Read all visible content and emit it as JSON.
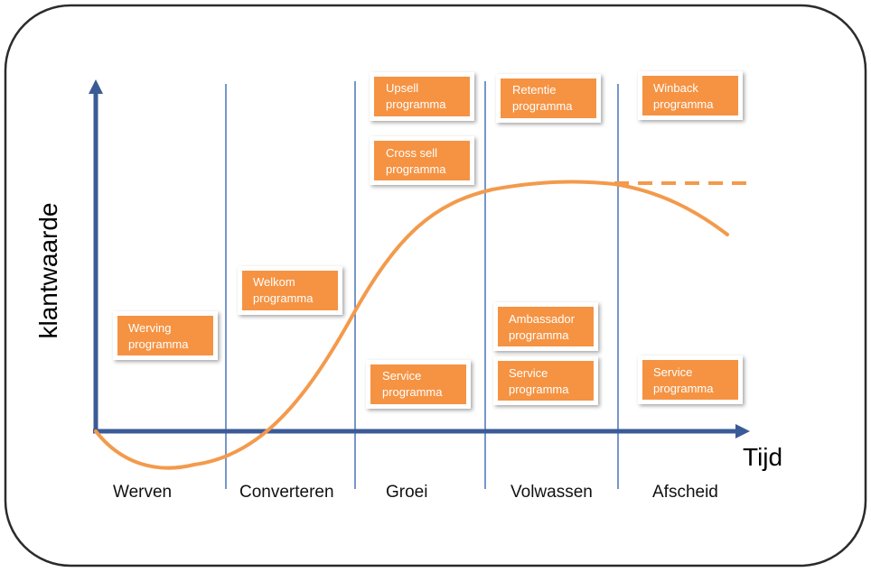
{
  "axes": {
    "y_label": "klantwaarde",
    "x_label": "Tijd"
  },
  "phases": [
    {
      "id": "werven",
      "label": "Werven"
    },
    {
      "id": "converteren",
      "label": "Converteren"
    },
    {
      "id": "groei",
      "label": "Groei"
    },
    {
      "id": "volwassen",
      "label": "Volwassen"
    },
    {
      "id": "afscheid",
      "label": "Afscheid"
    }
  ],
  "programs": [
    {
      "id": "werving",
      "line1": "Werving",
      "line2": "programma"
    },
    {
      "id": "welkom",
      "line1": "Welkom",
      "line2": "programma"
    },
    {
      "id": "upsell",
      "line1": "Upsell",
      "line2": "programma"
    },
    {
      "id": "cross-sell",
      "line1": "Cross sell",
      "line2": "programma"
    },
    {
      "id": "service-groei",
      "line1": "Service",
      "line2": "programma"
    },
    {
      "id": "retentie",
      "line1": "Retentie",
      "line2": "programma"
    },
    {
      "id": "ambassador",
      "line1": "Ambassador",
      "line2": "programma"
    },
    {
      "id": "service-volwassen",
      "line1": "Service",
      "line2": "programma"
    },
    {
      "id": "winback",
      "line1": "Winback",
      "line2": "programma"
    },
    {
      "id": "service-afscheid",
      "line1": "Service",
      "line2": "programma"
    }
  ],
  "colors": {
    "axis": "#3b5b97",
    "divider": "#4a74b8",
    "curve": "#f39a4c",
    "box_fill": "#f59343",
    "box_text": "#ffffff",
    "frame": "#2b2b2b"
  }
}
